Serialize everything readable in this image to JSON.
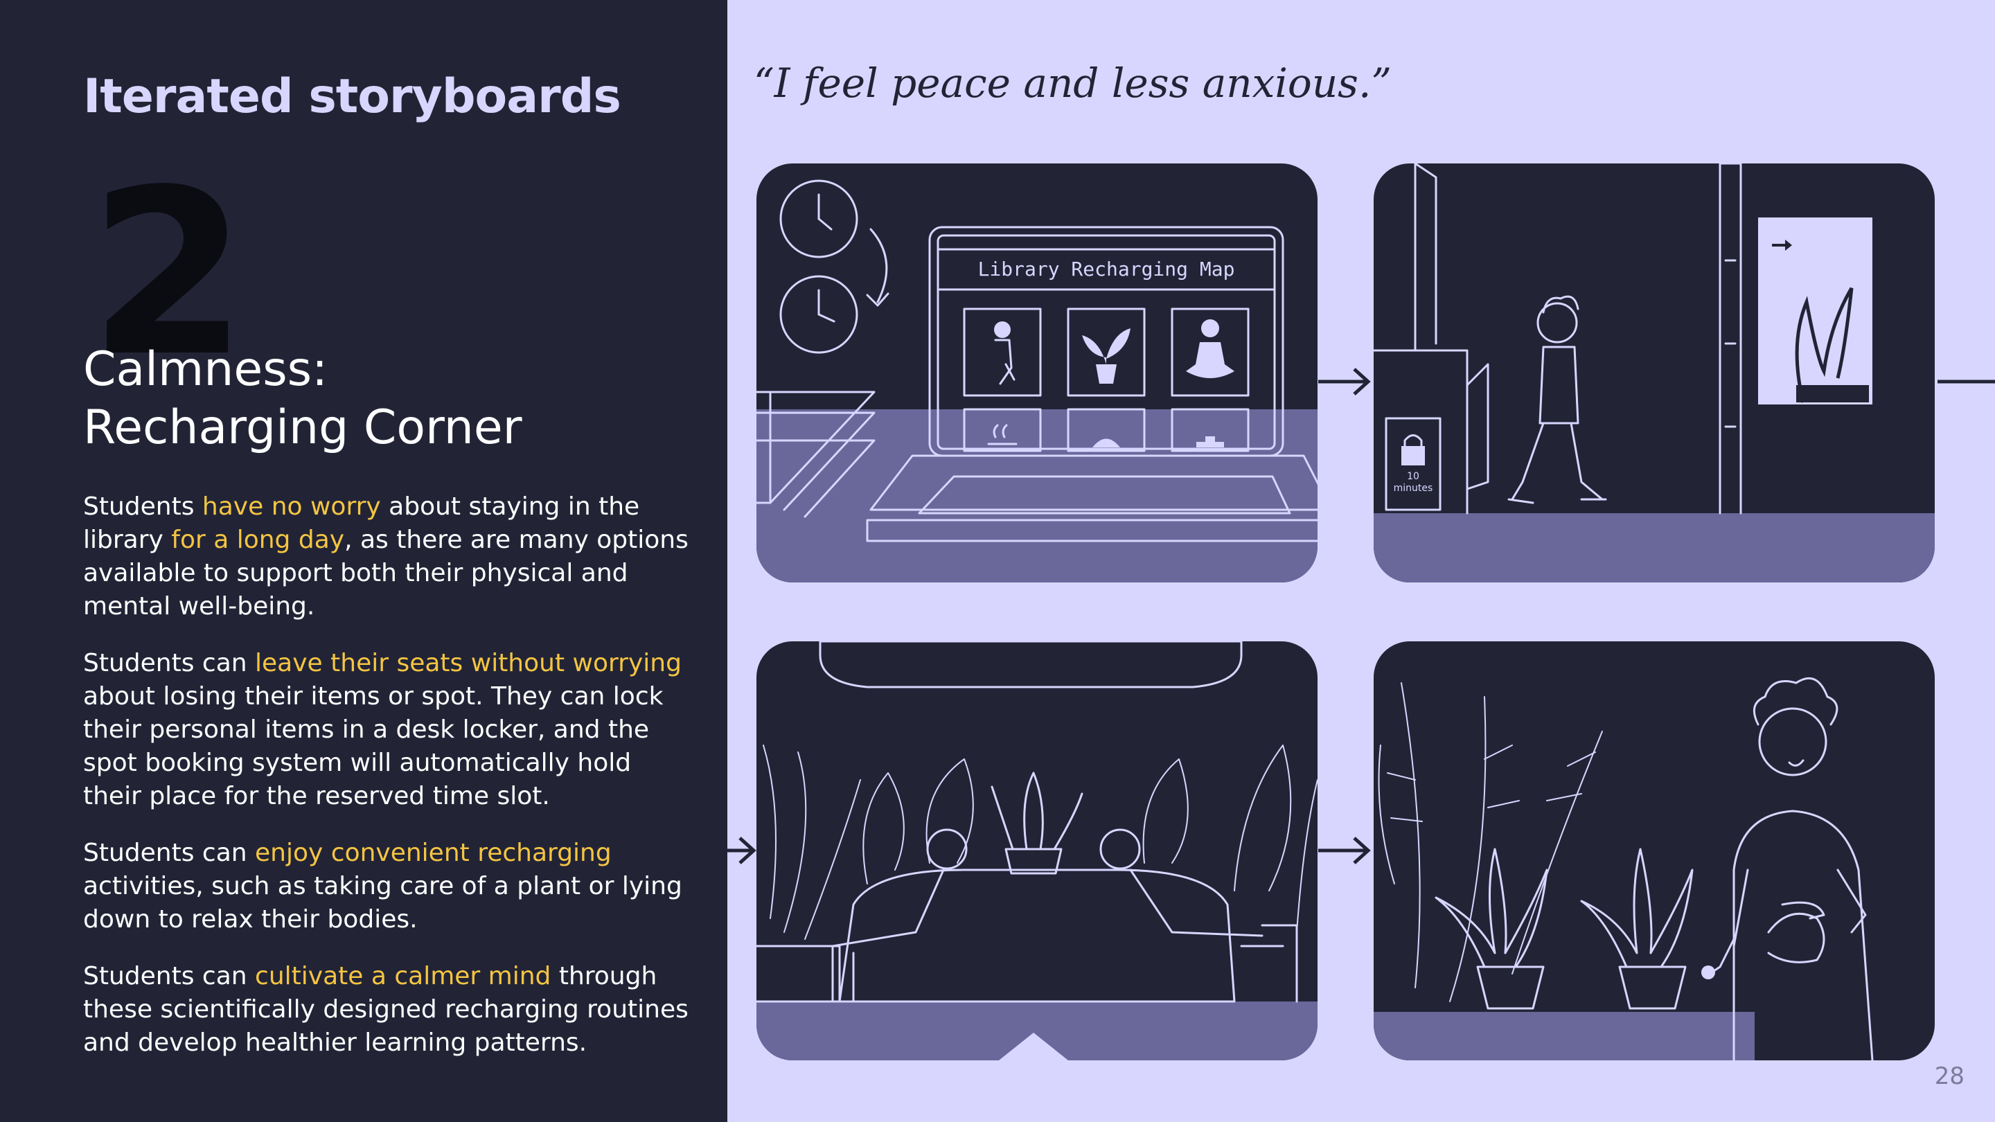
{
  "slide": {
    "heading": "Iterated storyboards",
    "number": "2",
    "subtitle_line1": "Calmness:",
    "subtitle_line2": "Recharging Corner",
    "page_number": "28"
  },
  "quote": "“I feel peace and less anxious.”",
  "paragraphs": [
    {
      "pre": "Students ",
      "hl": "have no worry",
      "mid": " about staying in the library ",
      "hl2": "for a long day",
      "post": ", as there are many options available to support both their physical and mental well-being."
    },
    {
      "pre": "Students can ",
      "hl": "leave their seats without worrying",
      "post": " about losing their items or spot. They can lock their personal items in a desk locker, and the spot booking system will automatically hold their place for the reserved time slot."
    },
    {
      "pre": "Students can ",
      "hl": "enjoy convenient recharging",
      "post": " activities, such as taking care of a plant or lying down to relax their bodies."
    },
    {
      "pre": "Students can ",
      "hl": "cultivate a calmer mind",
      "post": " through these scientifically designed recharging routines and develop healthier learning patterns."
    }
  ],
  "panels": {
    "map_title": "Library Recharging Map",
    "locker_label_1": "10",
    "locker_label_2": "minutes"
  },
  "colors": {
    "dark": "#222436",
    "lavender": "#d8d6fe",
    "floor": "#6a679b",
    "highlight": "#f5c542"
  },
  "icons": [
    "clock-icon",
    "rotate-arrow-icon",
    "sleep-icon",
    "plant-icon",
    "meditation-icon",
    "hot-drink-icon",
    "arrow-right-icon",
    "lock-icon"
  ]
}
